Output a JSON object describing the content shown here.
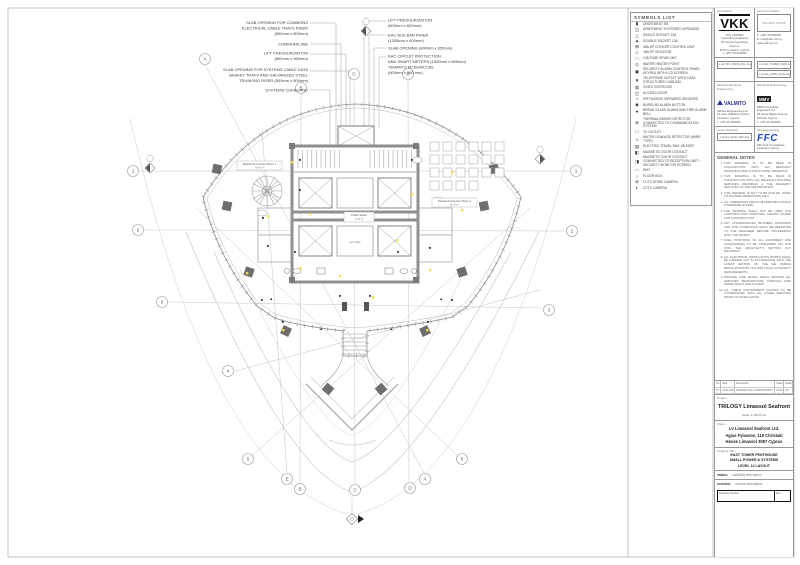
{
  "callouts": {
    "left": [
      {
        "lines": [
          "SLAB OPENING FOR COMMONS",
          "ELECTRICAL CABLE TRAYS RISER",
          "(800mm x 800mm)"
        ]
      },
      {
        "lines": [
          "COMMONS DBs"
        ]
      },
      {
        "lines": [
          "LIFT PRESSURIZATION",
          "(800mm x 950mm)"
        ]
      },
      {
        "lines": [
          "SLAB OPENING FOR SYSTEMS CABLE DATA",
          "BASKET TRAYS AND GALVANIZED STEEL",
          "TRUNKING RISER (500mm x 800mm)"
        ]
      },
      {
        "lines": [
          "SYSTEMS CUPBOARD"
        ]
      }
    ],
    "right": [
      {
        "lines": [
          "LIFT PRESSURIZATION",
          "(600mm x 600mm)"
        ]
      },
      {
        "lines": [
          "EAC BUS BAR RISER",
          "(1300mm x 400mm)"
        ]
      },
      {
        "lines": [
          "SLAB OPENING (800mm x 350mm)"
        ]
      },
      {
        "lines": [
          "EAC CIRCUIT PROTECTION",
          "AND SMART METERS (1300mm x 800mm)",
          "TENANTS MCBs/MCCBs",
          "(600mm x 300 mm)"
        ]
      }
    ]
  },
  "grid": {
    "top": [
      "A",
      "B",
      "C",
      "D"
    ],
    "left": [
      "1",
      "2",
      "3",
      "4"
    ],
    "right": [
      "1",
      "2",
      "3"
    ],
    "bottom": [
      "5",
      "E",
      "B",
      "C",
      "D",
      "A",
      "5"
    ]
  },
  "plan": {
    "rooms": [
      {
        "name": "Residents Function Room 1",
        "area": "96.40 m²"
      },
      {
        "name": "Public Space",
        "area": "74.10 m²"
      },
      {
        "name": "Residents Function Room 2",
        "area": "88.20 m²"
      }
    ],
    "labels": {
      "lift_lobby": "Lift Lobby"
    }
  },
  "legend": {
    "title": "SYMBOLS LIST",
    "items": [
      {
        "icon": "▮",
        "label": "APARTMENT DB"
      },
      {
        "icon": "◫",
        "label": "APARTMENT SYSTEMS CUPBOARD"
      },
      {
        "icon": "△",
        "label": "SINGLE SOCKET 13A"
      },
      {
        "icon": "▲",
        "label": "DOUBLE SOCKET 13A"
      },
      {
        "icon": "⊞",
        "label": "45A DP COOKER CONTROL UNIT"
      },
      {
        "icon": "◇",
        "label": "45A DP ISOLATOR"
      },
      {
        "icon": "□",
        "label": "13A FUSE SPUR UNIT"
      },
      {
        "icon": "⊙",
        "label": "WATER HEATER POINT"
      },
      {
        "icon": "▣",
        "label": "SECURITY ALARM CONTROL PANEL KEYPAD WITH LCD SCREEN"
      },
      {
        "icon": "▼",
        "label": "TELEPHONE OUTLET WITH DATA STRUCTURED CABLING"
      },
      {
        "icon": "⊠",
        "label": "VIDEO INTERCOM"
      },
      {
        "icon": "◫",
        "label": "ACCESS DOOR"
      },
      {
        "icon": "∩",
        "label": "PIR PASSIVE INFRARED SENSORS"
      },
      {
        "icon": "◉",
        "label": "BURGLAR ALARM BUTTON"
      },
      {
        "icon": "●",
        "label": "BREAK GLASS ALARM AND FIRE ALARM BELL"
      },
      {
        "icon": "⊗",
        "label": "THERMAL/SMOKE DETECTOR CONNECTED TO COMMUNICATION SYSTEM"
      },
      {
        "icon": "□",
        "label": "TV OUTLET"
      },
      {
        "icon": "≈",
        "label": "WATER LEAKAGE DETECTOR (WIRE TYPE)"
      },
      {
        "icon": "▤",
        "label": "ELECTRIC TOWEL RAIL HEATER"
      },
      {
        "icon": "◧",
        "label": "MAGNETIC DOOR CONTACT"
      },
      {
        "icon": "◨",
        "label": "MAGNETIC DOOR CONTACT CONNECTED TO RECEPTION UNIT / SECURITY MONITOR SCREEN"
      },
      {
        "icon": "◠",
        "label": "WIFI"
      },
      {
        "icon": "○",
        "label": "FLOOR BOX"
      },
      {
        "icon": "⊚",
        "label": "CCTV DOME CAMERA"
      },
      {
        "icon": "◐",
        "label": "CCTV CAMERA"
      }
    ]
  },
  "titleblock": {
    "col1_header": "Consultant:",
    "col2_header": "Lead Consultant:",
    "vkk": {
      "logo": "VKK",
      "lines": [
        "VKK LIMITED",
        "Consulting Engineers",
        "25 Spyrou Kyprianou Avenue",
        "3070 Limassol, Cyprus",
        "t: +357 25 000000"
      ]
    },
    "stamp": {
      "box_text": "PROJECT STAMP",
      "lines": [
        "T: +357 25 000000",
        "E: info@vkk.com.cy",
        "www.vkk.com.cy"
      ]
    },
    "xrefs": {
      "left": "x-ref_RFL_0037E_RFL.dwg",
      "right1": "x-ref E1_TOWER_GRID.dwg",
      "right2": "x-ref E1_CORE_PLAN.dwg"
    },
    "mech": {
      "header": "Mechanical Piping Engineering",
      "logo": "VALMITO",
      "lines": [
        "Valmito Engineering Ltd",
        "14 Arch. Makariou III Ave",
        "Limassol, Cyprus",
        "t: +357 25 000000"
      ]
    },
    "elec": {
      "header": "Electrical Engineering",
      "logo": "MMV",
      "lines": [
        "MMV Consulting Engineers Ltd",
        "28 Griva Digeni Avenue",
        "Nicosia, Cyprus",
        "t: +357 22 000000"
      ]
    },
    "lead": {
      "header": "Lead / Designer",
      "xref": "x-ref E1_LEAD_DES.dwg"
    },
    "fire": {
      "header": "Fire Engineering",
      "logo": "FFC",
      "lines": [
        "FFC Fire Consultants",
        "Limassol, Cyprus"
      ]
    },
    "general_notes": {
      "title": "GENERAL NOTES",
      "items": [
        "THIS DRAWING IS TO BE READ IN CONJUNCTION WITH ALL RELEVANT ARCHITECTURAL & STRUCTURAL DRAWINGS.",
        "THIS DRAWING IS TO BE READ IN CONJUNCTION WITH ALL RELEVANT BUILDING SERVICES DRAWINGS & THE RELEVANT SECTIONS OF THE SPECIFICATION.",
        "THIS DRAWING IS NOT TO BE SCALED. WORK TO FIGURED DIMENSIONS ONLY.",
        "ALL DIMENSIONS ARE IN MILLIMETRES UNLESS OTHERWISE STATED.",
        "THE DRAWING SHALL NOT BE USED FOR CONSTRUCTION PURPOSES UNLESS ISSUED FOR CONSTRUCTION.",
        "ANY DISCREPANCIES BETWEEN DRAWINGS AND SITE CONDITIONS SHALL BE REPORTED TO THE ENGINEER BEFORE PROCEEDING WITH THE WORKS.",
        "FINAL POSITIONS OF ALL EQUIPMENT AND ACCESSORIES TO BE CONFIRMED ON SITE WITH THE ARCHITECT'S SETTING OUT DRAWINGS.",
        "ALL ELECTRICAL INSTALLATION WORKS SHALL BE CARRIED OUT IN ACCORDANCE WITH THE LATEST EDITION OF THE IEE WIRING REGULATIONS BS 7671 AND LOCAL AUTHORITY REQUIREMENTS.",
        "PROVIDE FIRE RATED SEALS AROUND ALL SERVICES PENETRATIONS THROUGH FIRE RATED WALLS AND FLOORS.",
        "ALL CABLE CONTAINMENT ROUTES TO BE COORDINATED WITH ALL OTHER SERVICES PRIOR TO INSTALLATION."
      ]
    },
    "revisions": {
      "headers": [
        "No.",
        "Date",
        "Description",
        "Scale",
        "Drawn"
      ],
      "row": [
        "P1",
        "03.11.2021",
        "ISSUED FOR COORDINATION",
        "1:100",
        "VK"
      ]
    },
    "project": {
      "label": "Project:",
      "name": "TRILOGY Limassol Seafront",
      "scale_line": "Scale:  1:100 @ A1"
    },
    "client": {
      "label": "Client:",
      "lines": [
        "LV Limassol Seafront Ltd.",
        "Agias Fylaxeos, 118 Christaki",
        "House Limassol 3087 Cyprus"
      ]
    },
    "drawing_title": {
      "label": "Drawing Title:",
      "lines": [
        "EAST TOWER PENTHOUSE",
        "SMALL POWER & SYSTEMS",
        "LEVEL 12 LAYOUT"
      ]
    },
    "status": {
      "label": "status:",
      "value": "suitability  description"
    },
    "revision": {
      "label": "revision:",
      "value": "revision  description"
    },
    "footer": {
      "left": "Drawing Number",
      "right": "Rev"
    }
  }
}
